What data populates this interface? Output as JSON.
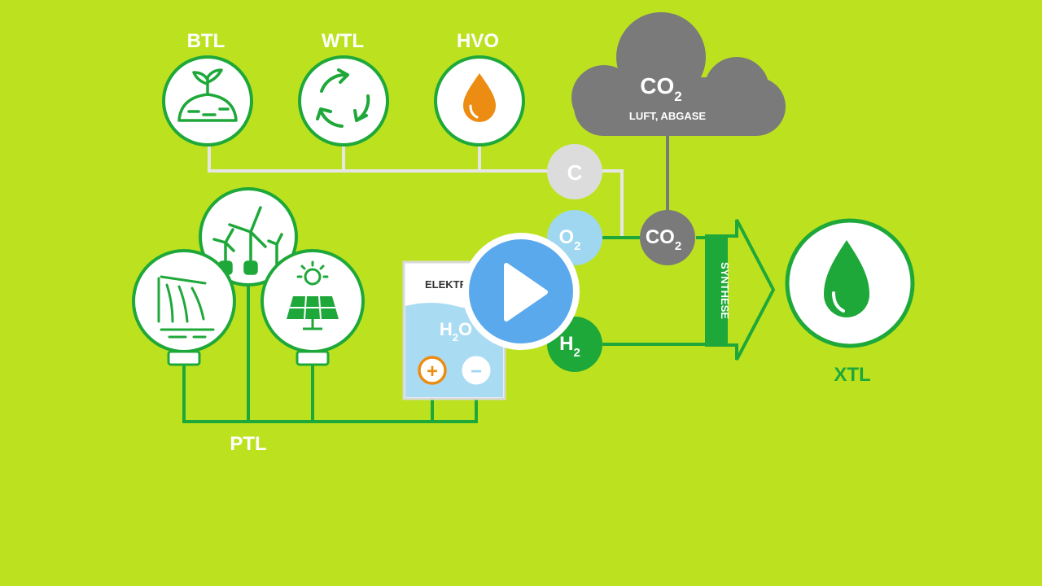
{
  "sources": {
    "btl": {
      "label": "BTL",
      "icon": "biomass-icon"
    },
    "wtl": {
      "label": "WTL",
      "icon": "recycle-icon"
    },
    "hvo": {
      "label": "HVO",
      "icon": "oil-drop-icon"
    }
  },
  "ptl": {
    "label": "PTL",
    "icons": [
      "hydro-power-icon",
      "wind-turbine-icon",
      "solar-panel-icon"
    ]
  },
  "cloud": {
    "formula": "CO",
    "subscript": "2",
    "sublabel": "LUFT, ABGASE"
  },
  "nodes": {
    "carbon": "C",
    "oxygen": {
      "formula": "O",
      "subscript": "2"
    },
    "co2": {
      "formula": "CO",
      "subscript": "2"
    },
    "hydrogen": {
      "formula": "H",
      "subscript": "2"
    }
  },
  "electrolyzer": {
    "title": "ELEKTRO",
    "contents": {
      "formula": "H",
      "subscript": "2",
      "suffix": "O"
    },
    "plus": "+",
    "minus": "−"
  },
  "synthesis": {
    "label": "SYNTHESE"
  },
  "output": {
    "label": "XTL",
    "icon": "fuel-drop-icon"
  },
  "player": {
    "play_icon": "play-icon"
  },
  "colors": {
    "background": "#bce21f",
    "green": "#1fa83a",
    "gray": "#7a7a7a",
    "light_gray": "#dcdcdc",
    "light_blue": "#9fd6f0",
    "orange": "#ec8c12",
    "play_blue": "#5aa9ec"
  }
}
